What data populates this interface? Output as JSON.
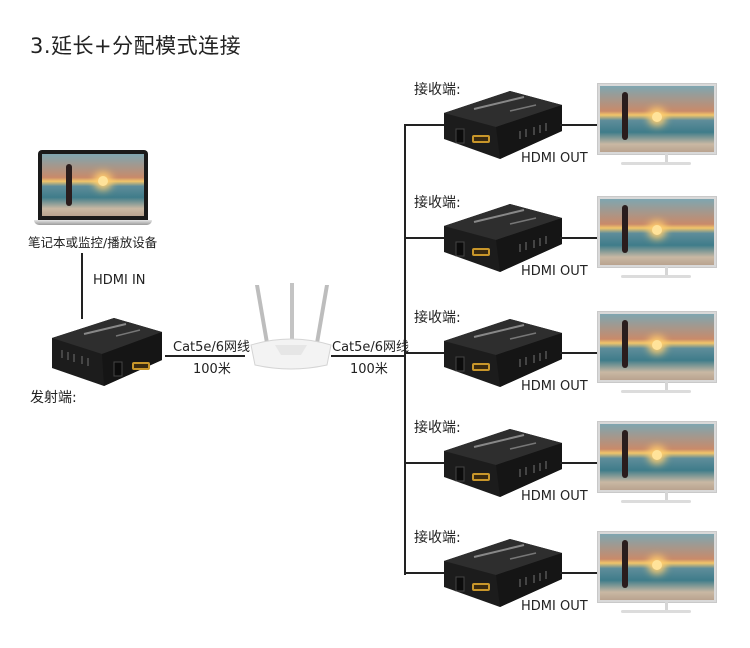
{
  "title": "3.延长+分配模式连接",
  "source": {
    "device_label": "笔记本或监控/播放设备",
    "connection_label": "HDMI IN",
    "device_icon": "laptop-icon"
  },
  "transmitter": {
    "label": "发射端:",
    "device_icon": "hdmi-extender-icon"
  },
  "cable_left": {
    "type_label": "Cat5e/6网线",
    "distance_label": "100米"
  },
  "switch": {
    "device_icon": "router-icon"
  },
  "cable_right": {
    "type_label": "Cat5e/6网线",
    "distance_label": "100米"
  },
  "receivers": [
    {
      "label": "接收端:",
      "output_label": "HDMI OUT",
      "display_icon": "monitor-icon"
    },
    {
      "label": "接收端:",
      "output_label": "HDMI OUT",
      "display_icon": "monitor-icon"
    },
    {
      "label": "接收端:",
      "output_label": "HDMI OUT",
      "display_icon": "monitor-icon"
    },
    {
      "label": "接收端:",
      "output_label": "HDMI OUT",
      "display_icon": "monitor-icon"
    },
    {
      "label": "接收端:",
      "output_label": "HDMI OUT",
      "display_icon": "monitor-icon"
    }
  ],
  "colors": {
    "line": "#222222",
    "device_body": "#1c1c1c",
    "hdmi_port": "#c8962a",
    "router_body": "#f2f2f2"
  }
}
